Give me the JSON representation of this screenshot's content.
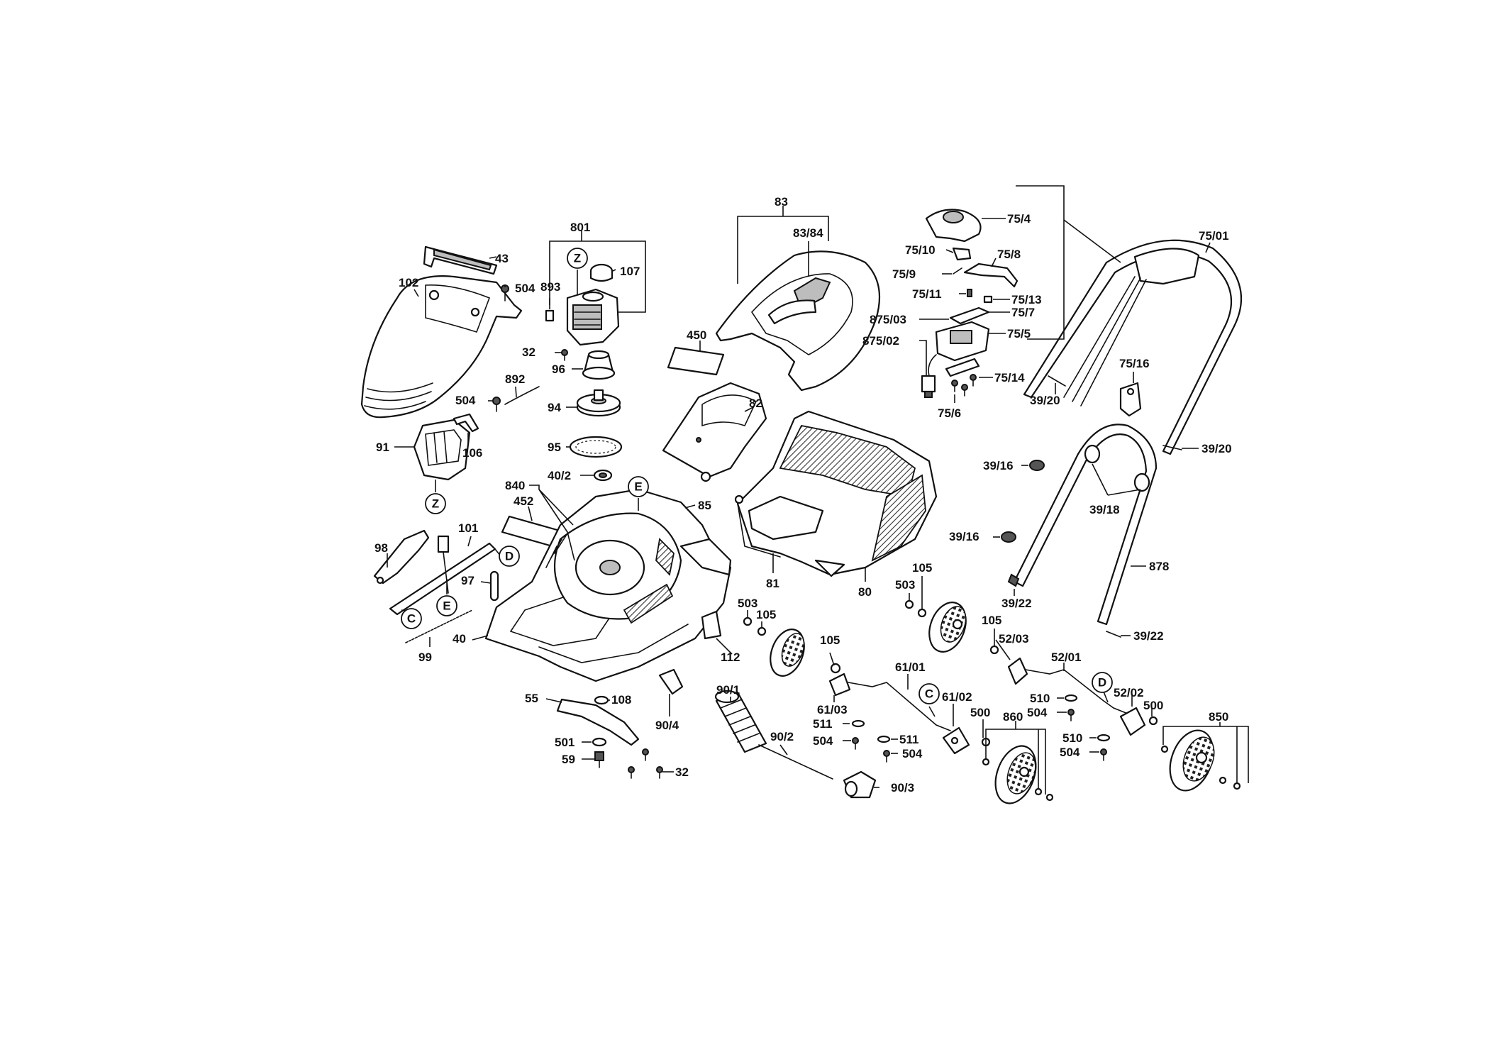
{
  "labels": {
    "l83": "83",
    "l83_84": "83/84",
    "l801": "801",
    "l43": "43",
    "l107": "107",
    "l102": "102",
    "l504a": "504",
    "l893": "893",
    "l32a": "32",
    "l96": "96",
    "l892": "892",
    "l504b": "504",
    "l94": "94",
    "l95": "95",
    "l91": "91",
    "l106": "106",
    "l840": "840",
    "l40_2": "40/2",
    "l452": "452",
    "l85": "85",
    "l450": "450",
    "l82": "82",
    "l98": "98",
    "l101": "101",
    "l97": "97",
    "l99": "99",
    "l40": "40",
    "l81": "81",
    "l80": "80",
    "l503a": "503",
    "l105a": "105",
    "l112": "112",
    "l105b": "105",
    "l55": "55",
    "l108": "108",
    "l90_1": "90/1",
    "l90_4": "90/4",
    "l501": "501",
    "l59": "59",
    "l32b": "32",
    "l90_2": "90/2",
    "l90_3": "90/3",
    "l61_03": "61/03",
    "l511a": "511",
    "l504c": "504",
    "l511b": "511",
    "l504d": "504",
    "l61_01": "61/01",
    "l61_02": "61/02",
    "l500a": "500",
    "l860": "860",
    "l75_4": "75/4",
    "l75_10": "75/10",
    "l75_8": "75/8",
    "l75_9": "75/9",
    "l75_11": "75/11",
    "l75_13": "75/13",
    "l875_03": "875/03",
    "l75_7": "75/7",
    "l875_02": "875/02",
    "l75_5": "75/5",
    "l75_14": "75/14",
    "l75_6": "75/6",
    "l75_01": "75/01",
    "l75_16": "75/16",
    "l39_20a": "39/20",
    "l39_20b": "39/20",
    "l39_16a": "39/16",
    "l39_18": "39/18",
    "l39_16b": "39/16",
    "l878": "878",
    "l39_22a": "39/22",
    "l39_22b": "39/22",
    "l503b": "503",
    "l105c": "105",
    "l105d": "105",
    "l52_03": "52/03",
    "l52_01": "52/01",
    "l510a": "510",
    "l504e": "504",
    "l52_02": "52/02",
    "l500b": "500",
    "l510b": "510",
    "l504f": "504",
    "l850": "850"
  },
  "markers": {
    "z1": "Z",
    "z2": "Z",
    "e1": "E",
    "e2": "E",
    "d1": "D",
    "d2": "D",
    "c1": "C",
    "c2": "C"
  }
}
